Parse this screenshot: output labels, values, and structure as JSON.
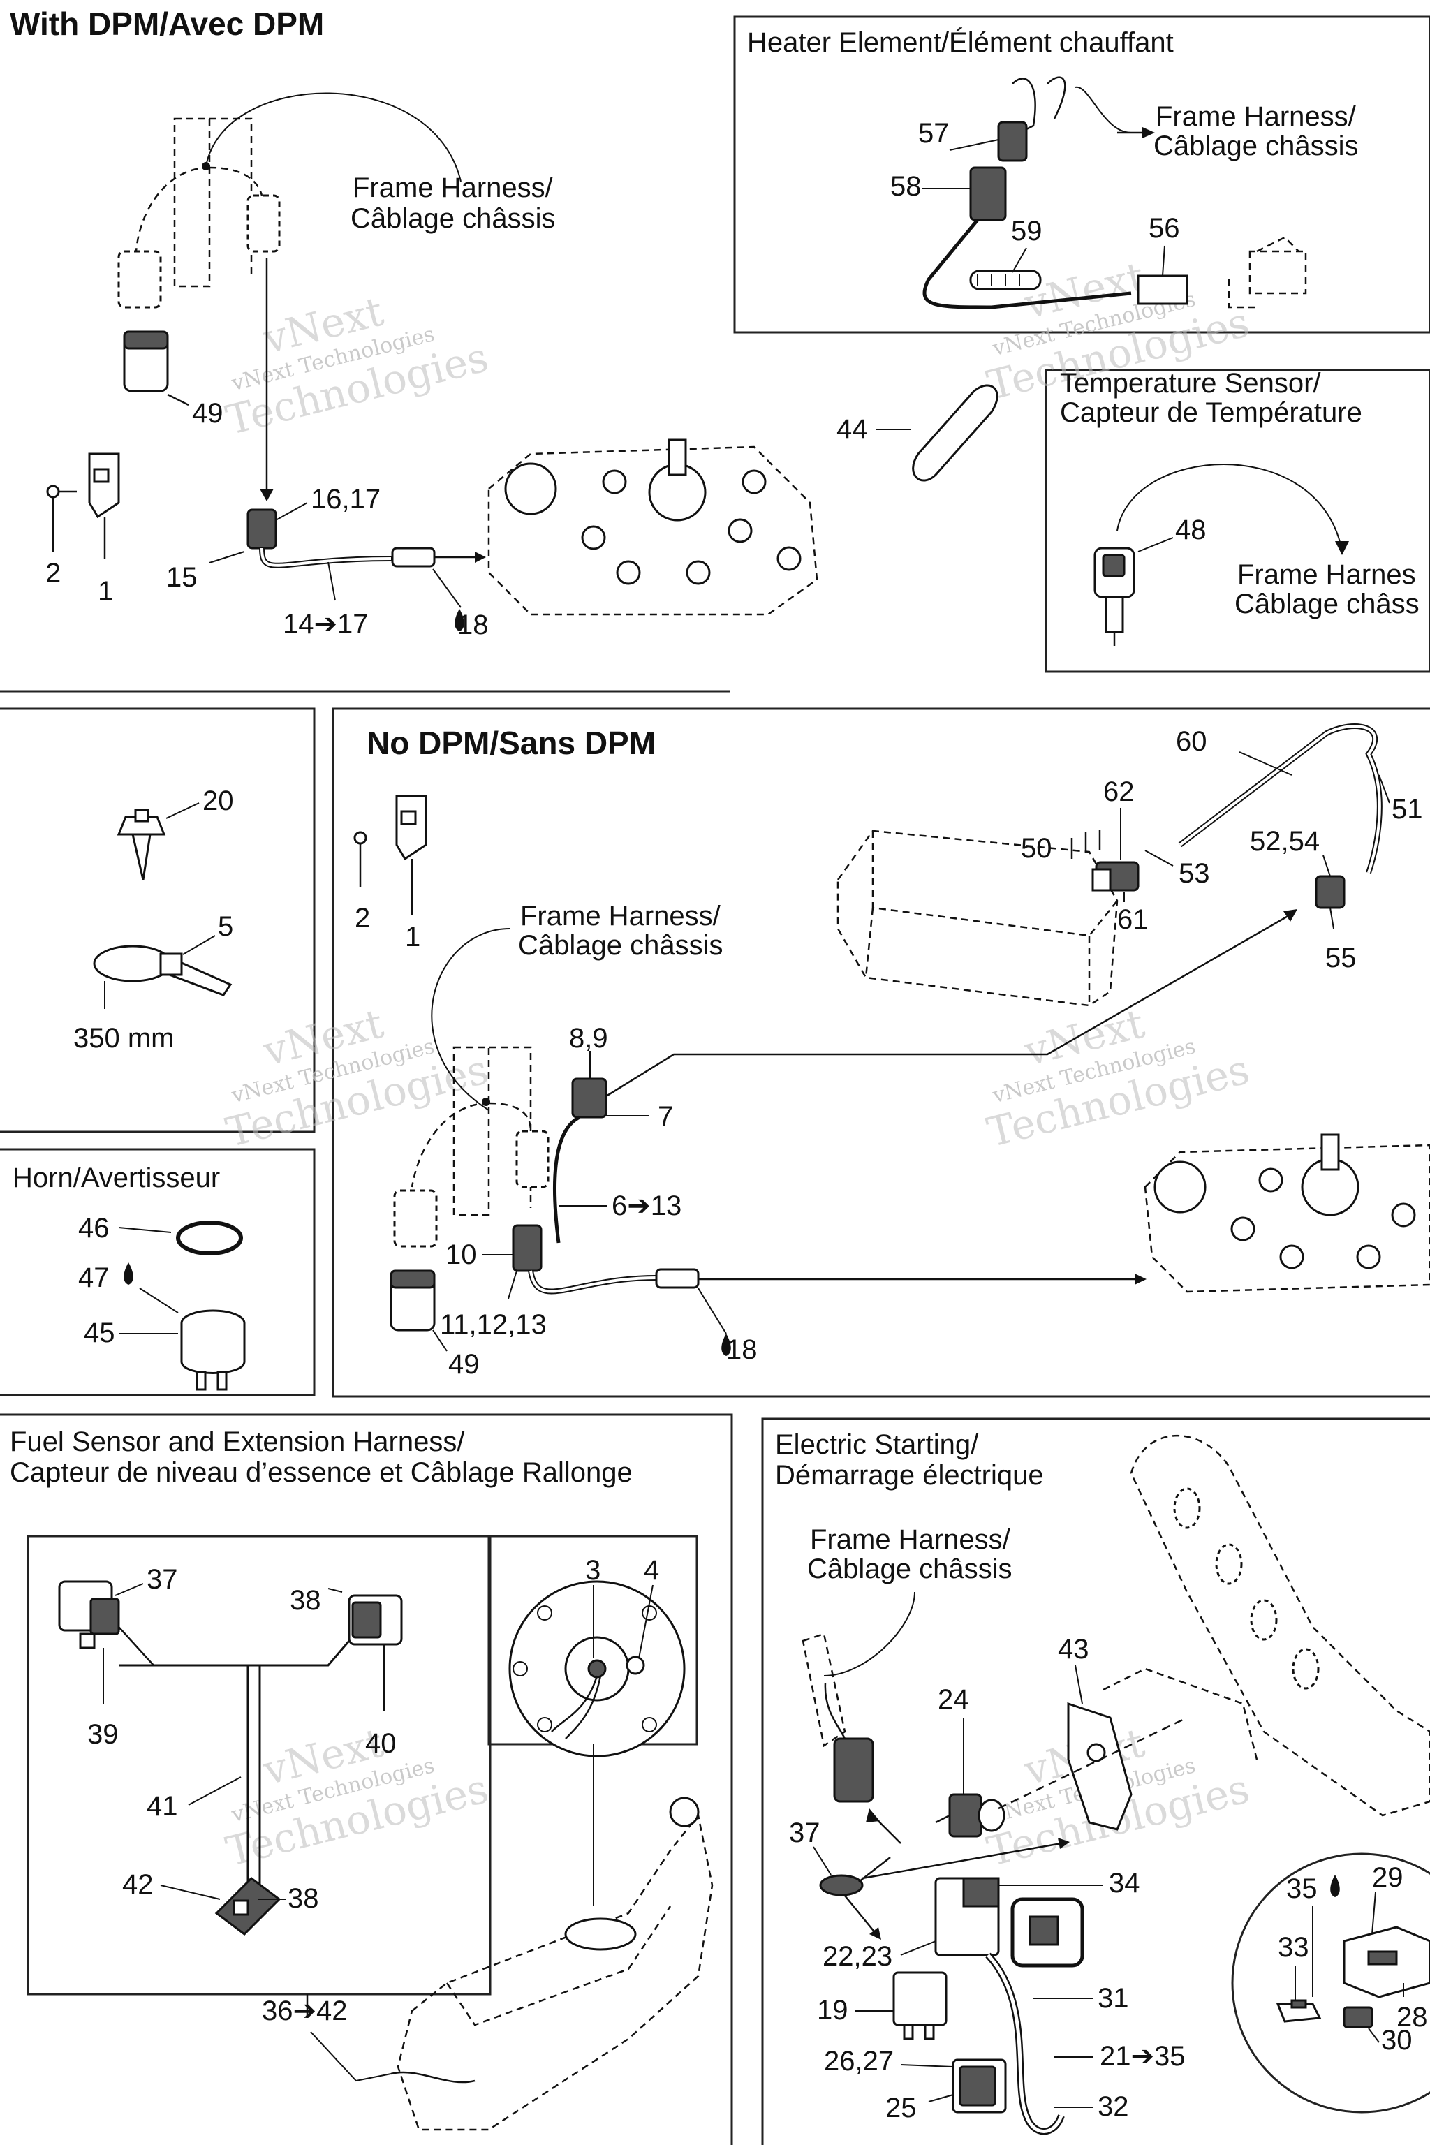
{
  "sections": {
    "with_dpm": {
      "title": "With DPM/Avec DPM"
    },
    "heater": {
      "title": "Heater Element/Élément chauffant"
    },
    "temp_sensor": {
      "title_line1": "Temperature Sensor/",
      "title_line2": "Capteur de Température"
    },
    "no_dpm": {
      "title": "No DPM/Sans DPM"
    },
    "horn": {
      "title": "Horn/Avertisseur"
    },
    "fuel_sensor": {
      "title_line1": "Fuel Sensor and Extension Harness/",
      "title_line2": "Capteur de niveau d’essence et Câblage Rallonge"
    },
    "electric_start": {
      "title_line1": "Electric Starting/",
      "title_line2": "Démarrage électrique"
    }
  },
  "frame_harness": {
    "line1": "Frame Harness/",
    "line2": "Câblage châssis"
  },
  "temp_frame_harness": {
    "line1": "Frame Harnes",
    "line2": "Câblage châss"
  },
  "watermark": {
    "line1": "vNext",
    "line2": "vNext Technologies",
    "line3": "Technologies"
  },
  "labels": {
    "p1": "1",
    "p2": "2",
    "p14_17": "14➔17",
    "p15": "15",
    "p16_17": "16,17",
    "p18": "18",
    "p49": "49",
    "p56": "56",
    "p57": "57",
    "p58": "58",
    "p59": "59",
    "p44": "44",
    "p48": "48",
    "p20": "20",
    "p5": "5",
    "mm350": "350 mm",
    "p46": "46",
    "p47": "47",
    "p45": "45",
    "p60": "60",
    "p51": "51",
    "p62": "62",
    "p50": "50",
    "p53": "53",
    "p61": "61",
    "p52_54": "52,54",
    "p55": "55",
    "p8_9": "8,9",
    "p7": "7",
    "p6_13": "6➔13",
    "p10": "10",
    "p11_13": "11,12,13",
    "p37": "37",
    "p38": "38",
    "p39": "39",
    "p40": "40",
    "p41": "41",
    "p42": "42",
    "p3": "3",
    "p4": "4",
    "p36_42": "36➔42",
    "p24": "24",
    "p43": "43",
    "p34": "34",
    "p22_23": "22,23",
    "p19": "19",
    "p31": "31",
    "p21_35": "21➔35",
    "p26_27": "26,27",
    "p25": "25",
    "p32": "32",
    "p29": "29",
    "p35": "35",
    "p33": "33",
    "p28": "28",
    "p30": "30"
  }
}
